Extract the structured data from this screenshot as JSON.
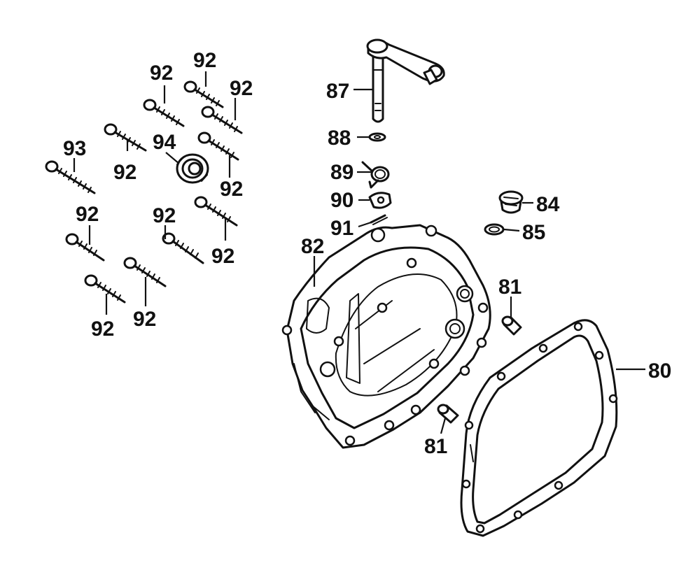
{
  "callouts": {
    "c80": "80",
    "c81a": "81",
    "c81b": "81",
    "c82": "82",
    "c84": "84",
    "c85": "85",
    "c87": "87",
    "c88": "88",
    "c89": "89",
    "c90": "90",
    "c91": "91",
    "c92a": "92",
    "c92b": "92",
    "c92c": "92",
    "c92d": "92",
    "c92e": "92",
    "c92f": "92",
    "c92g": "92",
    "c92h": "92",
    "c92i": "92",
    "c92j": "92",
    "c93": "93",
    "c94": "94"
  },
  "colors": {
    "ink": "#111111",
    "paper": "#ffffff"
  }
}
